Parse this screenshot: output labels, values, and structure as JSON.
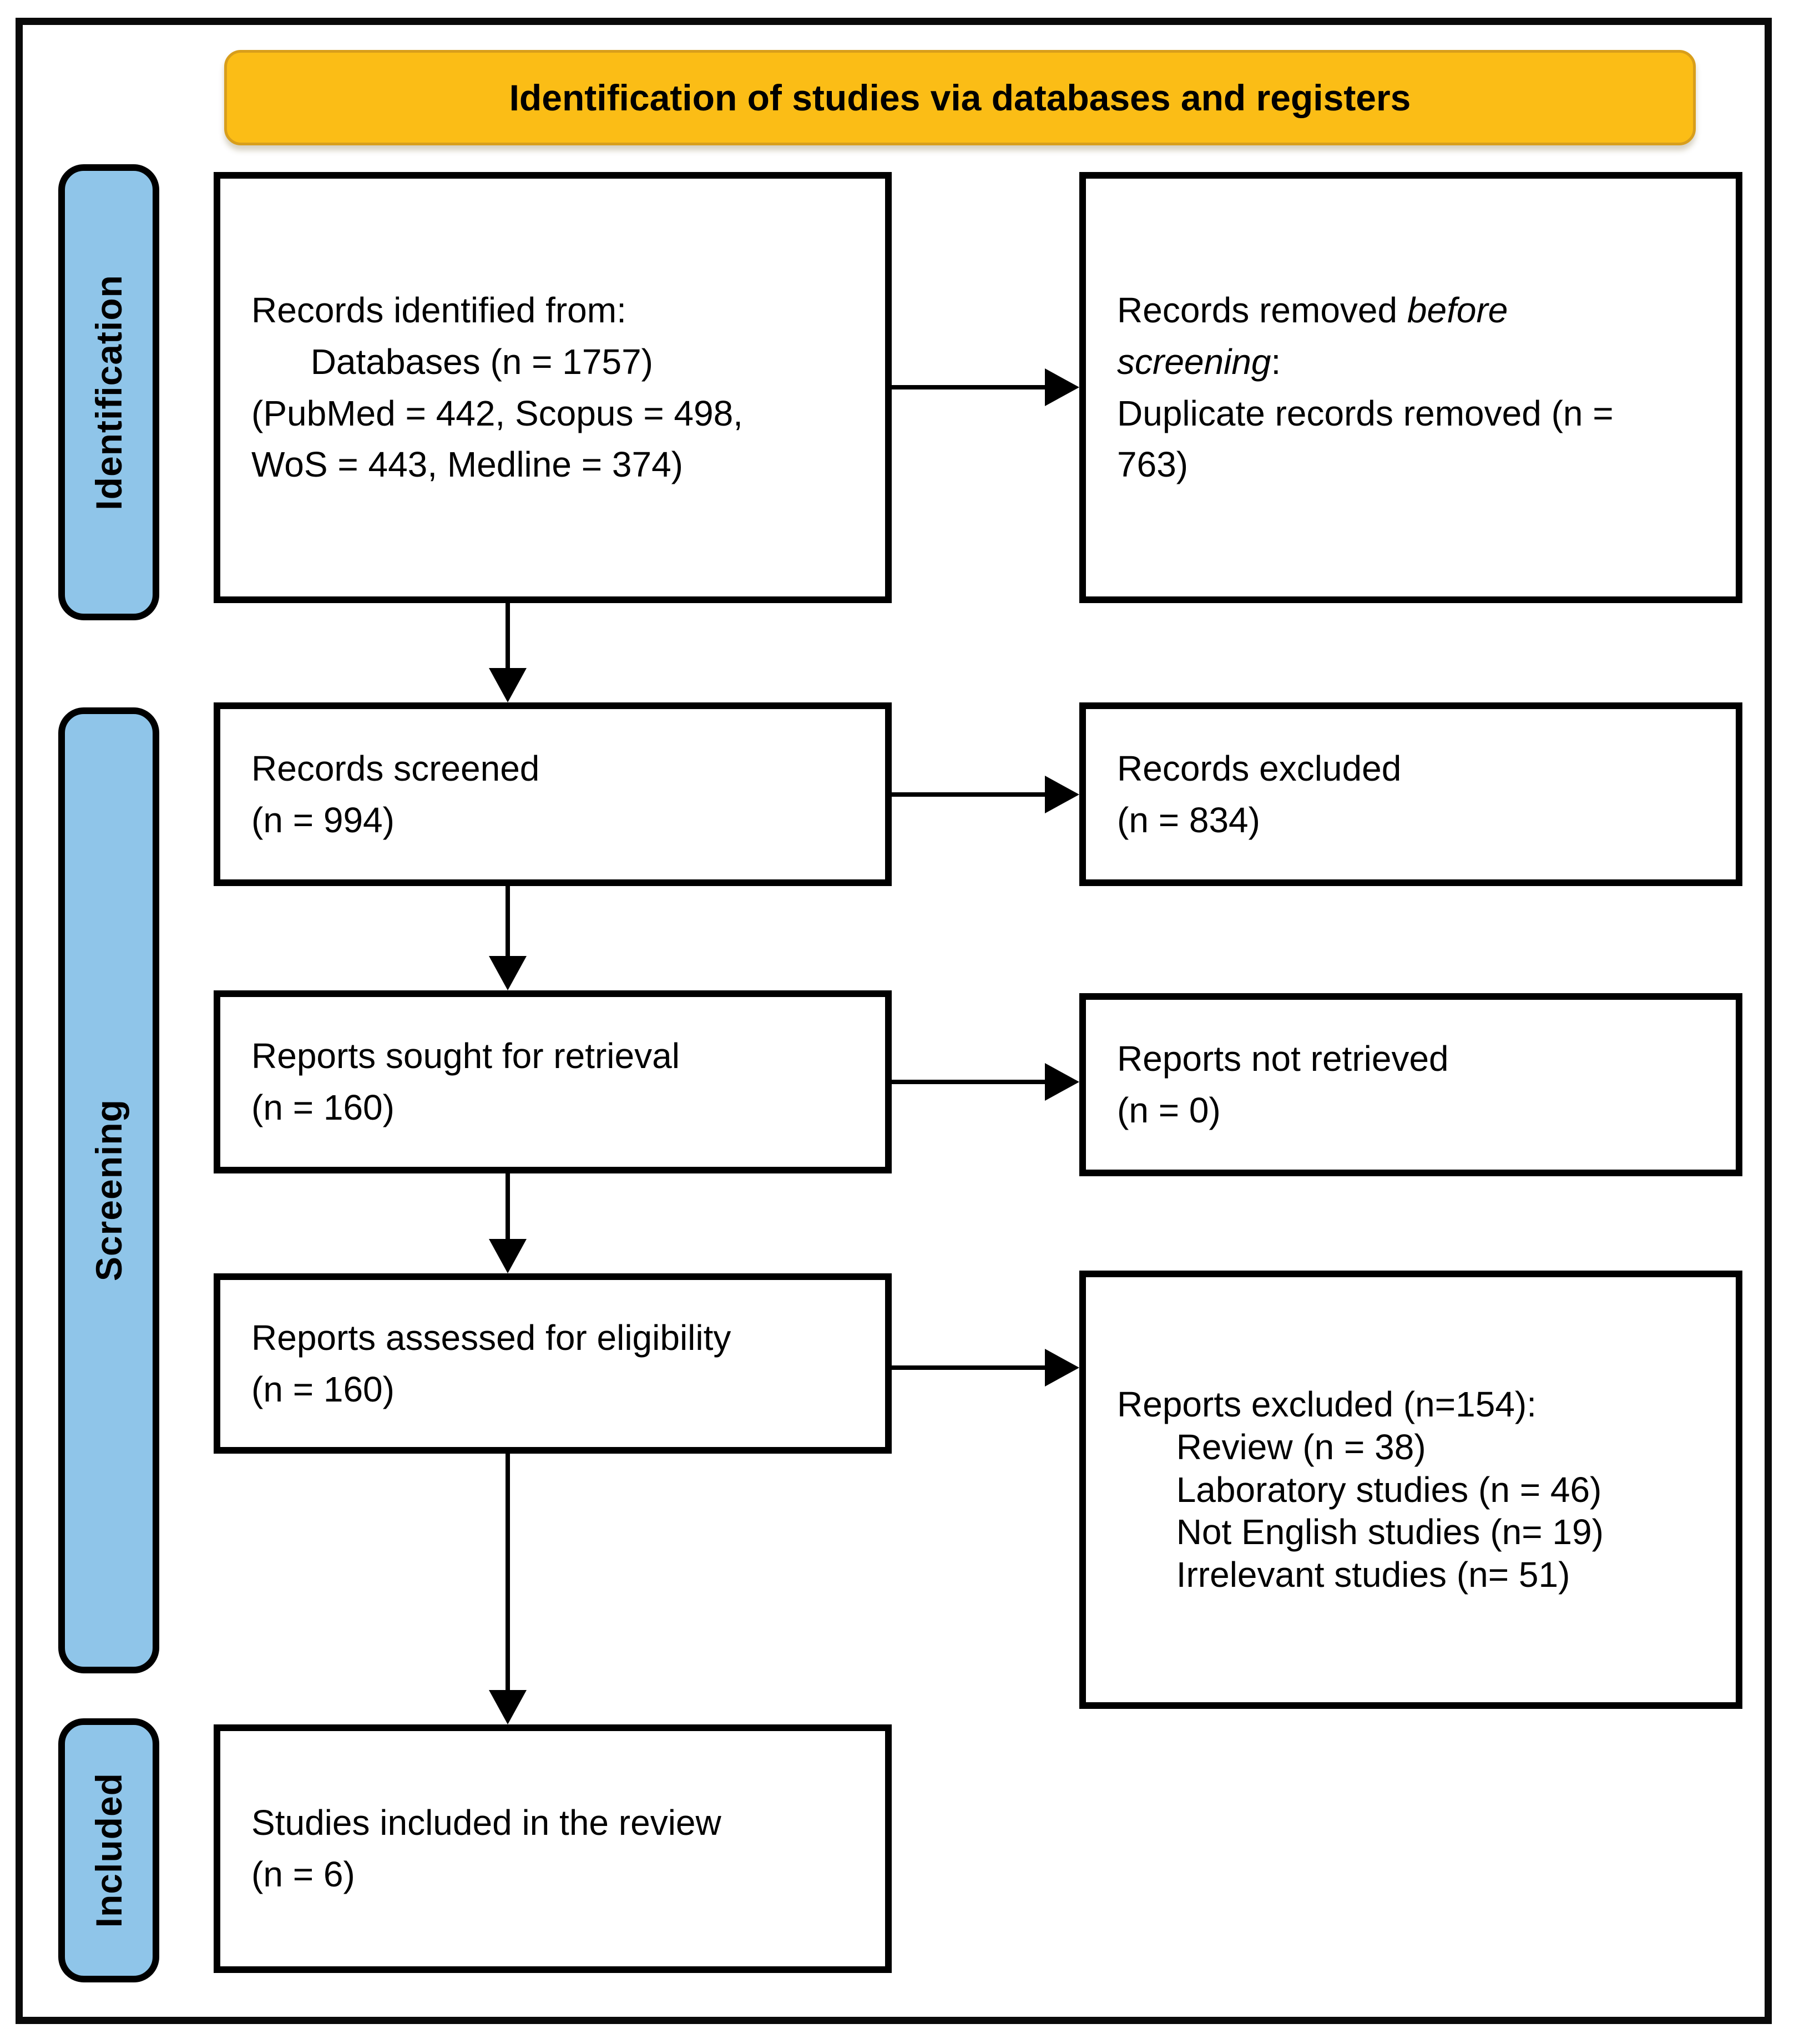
{
  "title": "Identification of studies via databases and registers",
  "colors": {
    "banner_fill": "#FBBD16",
    "banner_border": "#D89E1B",
    "stage_label_fill": "#8FC5E9",
    "box_border": "#000000",
    "text": "#000000"
  },
  "stage_labels": {
    "identification": "Identification",
    "screening": "Screening",
    "included": "Included"
  },
  "boxes": {
    "identified": {
      "lines": [
        "Records identified from:",
        "      Databases (n = 1757)",
        "(PubMed = 442, Scopus = 498,",
        "WoS = 443, Medline = 374)"
      ]
    },
    "removed": {
      "prefix": "Records removed ",
      "italic": "before\nscreening",
      "suffix": ":\n",
      "lines": [
        "Duplicate records removed (n =",
        "763)"
      ]
    },
    "screened": {
      "lines": [
        "Records screened",
        "(n = 994)"
      ]
    },
    "records_excluded": {
      "lines": [
        "Records excluded",
        "(n = 834)"
      ]
    },
    "sought": {
      "lines": [
        "Reports sought for retrieval",
        "(n = 160)"
      ]
    },
    "not_retrieved": {
      "lines": [
        "Reports not retrieved",
        "(n = 0)"
      ]
    },
    "assessed": {
      "lines": [
        "Reports assessed for eligibility",
        "(n = 160)"
      ]
    },
    "reports_excluded": {
      "lines": [
        "Reports excluded (n=154):",
        "      Review (n = 38)",
        "      Laboratory studies (n = 46)",
        "      Not English studies (n= 19)",
        "      Irrelevant studies (n= 51)"
      ]
    },
    "studies_included": {
      "lines": [
        "Studies included in the review",
        "(n = 6)"
      ]
    }
  }
}
